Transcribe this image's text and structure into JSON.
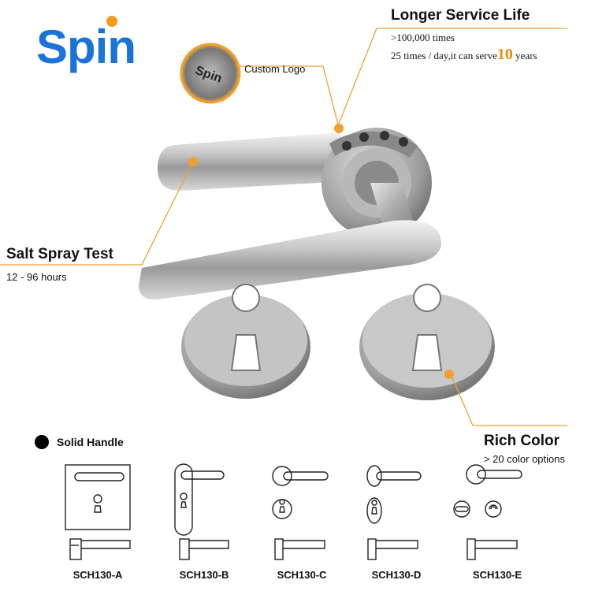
{
  "brand": {
    "name": "Spin",
    "primary_color": "#1a73d6",
    "accent_color": "#f39a1e"
  },
  "callouts": {
    "longer_life": {
      "title": "Longer Service Life",
      "line1": ">100,000 times",
      "line2_prefix": "25 times / day,it can serve",
      "line2_number": "10",
      "line2_suffix": "years"
    },
    "custom_logo": {
      "title": "Custom Logo"
    },
    "salt_spray": {
      "title": "Salt Spray Test",
      "sub": "12 - 96 hours"
    },
    "rich_color": {
      "title": "Rich Color",
      "sub": "> 20 color options"
    }
  },
  "section": {
    "title": "Solid Handle"
  },
  "variants": [
    {
      "label": "SCH130-A",
      "icon": "square-plate-handle-icon"
    },
    {
      "label": "SCH130-B",
      "icon": "long-plate-handle-icon"
    },
    {
      "label": "SCH130-C",
      "icon": "round-rose-handle-icon"
    },
    {
      "label": "SCH130-D",
      "icon": "oval-rose-handle-icon"
    },
    {
      "label": "SCH130-E",
      "icon": "bathroom-rose-handle-icon"
    }
  ],
  "colors": {
    "callout_line": "#f0a030",
    "highlight_number": "#f28c00"
  }
}
